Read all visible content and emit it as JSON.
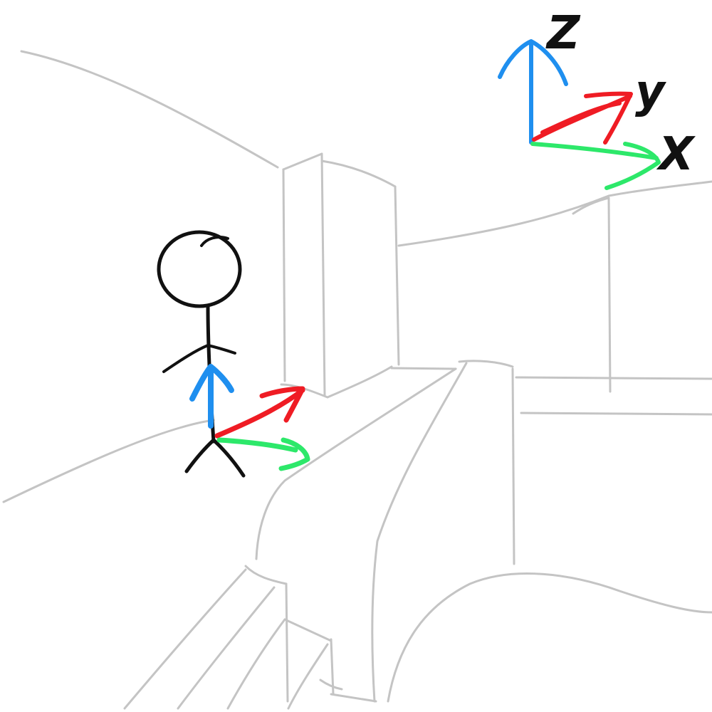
{
  "colors": {
    "background": "#ffffff",
    "scenery_line": "#c4c4c4",
    "figure_ink": "#111111",
    "label_ink": "#111111",
    "z_axis": "#1f8fef",
    "y_axis": "#ef1c24",
    "x_axis": "#2de86a"
  },
  "world_axes": {
    "z_label": "Z",
    "y_label": "y",
    "x_label": "X"
  },
  "icons": {
    "figure": "stick-figure-icon",
    "local_z": "up-arrow-icon",
    "local_y": "arrow-icon",
    "local_x": "arrow-icon"
  }
}
